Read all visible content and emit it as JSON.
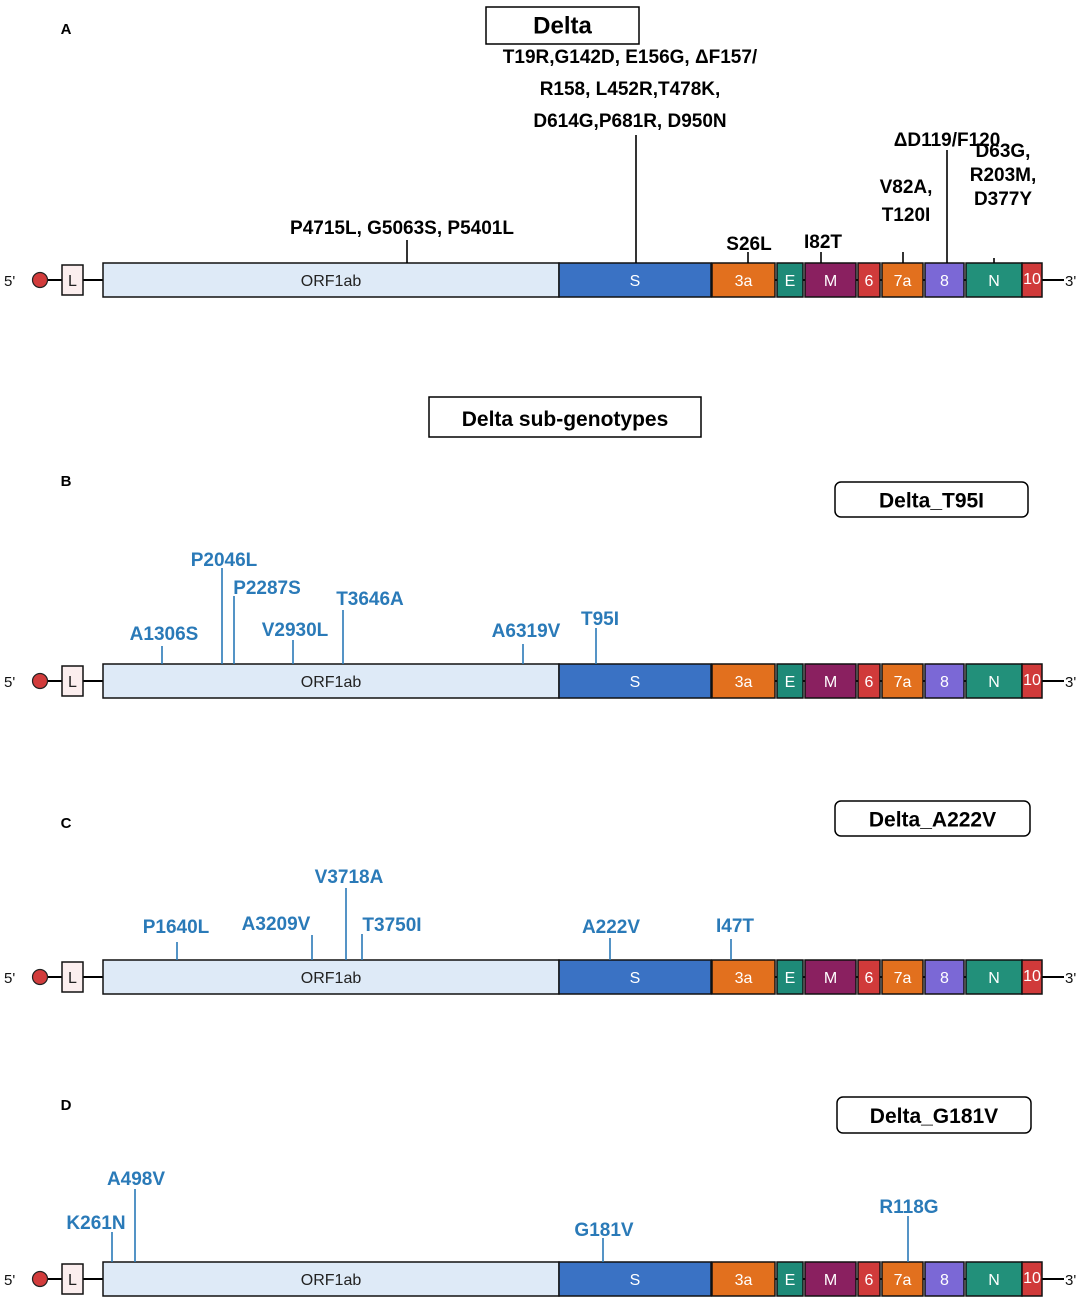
{
  "panels": [
    {
      "id": "A",
      "letter": "A",
      "title": "Delta",
      "five_prime": "5'",
      "three_prime": "3'",
      "genes": [
        "L",
        "ORF1ab",
        "S",
        "3a",
        "E",
        "M",
        "6",
        "7a",
        "8",
        "N",
        "10"
      ],
      "mutations": [
        {
          "lines": [
            "P4715L, G5063S, P5401L"
          ]
        },
        {
          "lines": [
            "T19R,G142D, E156G, ΔF157/",
            "R158, L452R,T478K,",
            "D614G,P681R, D950N"
          ]
        },
        {
          "lines": [
            "S26L"
          ]
        },
        {
          "lines": [
            "I82T"
          ]
        },
        {
          "lines": [
            "V82A,",
            "T120I"
          ]
        },
        {
          "lines": [
            "ΔD119/F120"
          ]
        },
        {
          "lines": [
            "D63G,",
            "R203M,",
            "D377Y"
          ]
        }
      ]
    },
    {
      "id": "B",
      "letter": "B",
      "section_title": "Delta sub-genotypes",
      "title": "Delta_T95I",
      "five_prime": "5'",
      "three_prime": "3'",
      "genes": [
        "L",
        "ORF1ab",
        "S",
        "3a",
        "E",
        "M",
        "6",
        "7a",
        "8",
        "N",
        "10"
      ],
      "mutations": [
        {
          "lines": [
            "A1306S"
          ]
        },
        {
          "lines": [
            "P2046L"
          ]
        },
        {
          "lines": [
            "P2287S"
          ]
        },
        {
          "lines": [
            "V2930L"
          ]
        },
        {
          "lines": [
            "T3646A"
          ]
        },
        {
          "lines": [
            "A6319V"
          ]
        },
        {
          "lines": [
            "T95I"
          ]
        }
      ]
    },
    {
      "id": "C",
      "letter": "C",
      "title": "Delta_A222V",
      "five_prime": "5'",
      "three_prime": "3'",
      "genes": [
        "L",
        "ORF1ab",
        "S",
        "3a",
        "E",
        "M",
        "6",
        "7a",
        "8",
        "N",
        "10"
      ],
      "mutations": [
        {
          "lines": [
            "P1640L"
          ]
        },
        {
          "lines": [
            "A3209V"
          ]
        },
        {
          "lines": [
            "V3718A"
          ]
        },
        {
          "lines": [
            "T3750I"
          ]
        },
        {
          "lines": [
            "A222V"
          ]
        },
        {
          "lines": [
            "I47T"
          ]
        }
      ]
    },
    {
      "id": "D",
      "letter": "D",
      "title": "Delta_G181V",
      "five_prime": "5'",
      "three_prime": "3'",
      "genes": [
        "L",
        "ORF1ab",
        "S",
        "3a",
        "E",
        "M",
        "6",
        "7a",
        "8",
        "N",
        "10"
      ],
      "mutations": [
        {
          "lines": [
            "K261N"
          ]
        },
        {
          "lines": [
            "A498V"
          ]
        },
        {
          "lines": [
            "G181V"
          ]
        },
        {
          "lines": [
            "R118G"
          ]
        }
      ]
    }
  ],
  "colors": {
    "L": "#fbeeee",
    "ORF1ab": "#deeaf7",
    "S": "#3a72c4",
    "3a": "#e2701e",
    "E": "#1e8a78",
    "M": "#8a2060",
    "6": "#d03a3a",
    "7a": "#e2701e",
    "8": "#7b68d6",
    "N": "#22907a",
    "10": "#d03a3a",
    "cap": "#d23c3c",
    "mut_black": "#000000",
    "mut_blue": "#2a7ab8"
  }
}
